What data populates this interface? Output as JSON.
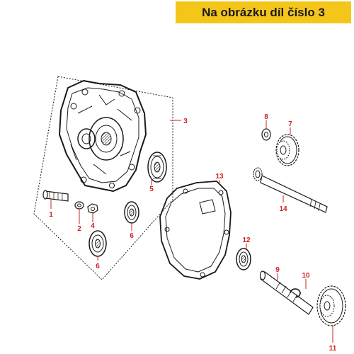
{
  "banner": {
    "text": "Na obrázku díl číslo 3",
    "background": "#f5c61a"
  },
  "colors": {
    "callout": "#d21f26",
    "line": "#1a1a1a"
  },
  "callouts": [
    "1",
    "2",
    "3",
    "4",
    "5",
    "6",
    "6",
    "7",
    "8",
    "9",
    "10",
    "11",
    "12",
    "13",
    "14"
  ]
}
